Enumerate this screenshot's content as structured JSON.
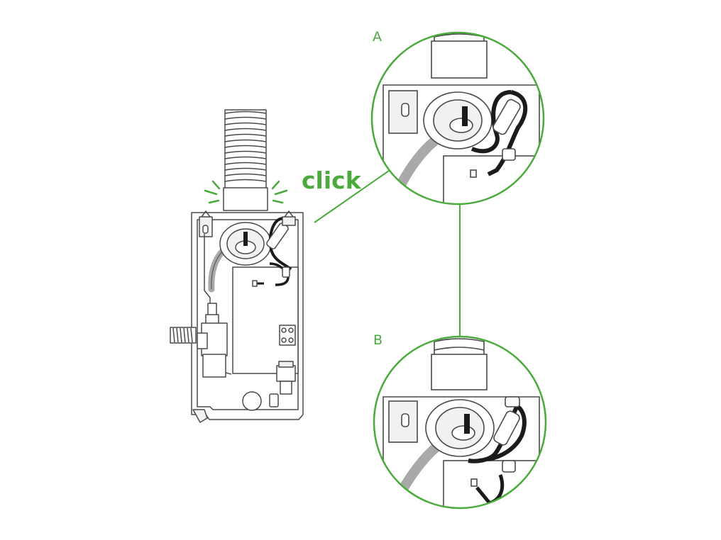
{
  "labels": {
    "click": "click",
    "detail_a": "A",
    "detail_b": "B"
  },
  "colors": {
    "accent": "#4aaa3c",
    "line": "#4a4a4a",
    "fill_light": "#f1f1f1",
    "hose_fill": "#e9e9e9",
    "cable": "#1b1b1b",
    "tube": "#a9a9a9"
  },
  "icons": {
    "main": "shower-unit-assembly-icon",
    "detail_a": "cable-routing-detail-icon",
    "detail_b": "cable-routing-detail-icon"
  }
}
